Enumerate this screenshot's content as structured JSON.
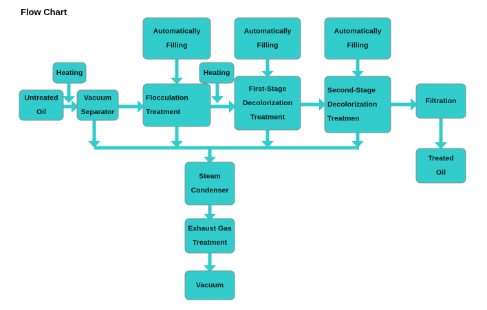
{
  "title": "Flow Chart",
  "colors": {
    "box": "#33CCCC",
    "arrow": "#33CCCC",
    "border": "#7f8f8f"
  },
  "nodes": [
    {
      "id": "untreated-oil",
      "lines": [
        "Untreated",
        "Oil"
      ],
      "align": "center"
    },
    {
      "id": "heating-1",
      "lines": [
        "Heating"
      ],
      "align": "center"
    },
    {
      "id": "vacuum-separator",
      "lines": [
        "Vacuum",
        "Separator"
      ],
      "align": "center"
    },
    {
      "id": "auto-fill-1",
      "lines": [
        "Automatically",
        "Filling"
      ],
      "align": "center"
    },
    {
      "id": "flocculation",
      "lines": [
        "Flocculation",
        "Treatment"
      ],
      "align": "left"
    },
    {
      "id": "heating-2",
      "lines": [
        "Heating"
      ],
      "align": "center"
    },
    {
      "id": "auto-fill-2",
      "lines": [
        "Automatically",
        "Filling"
      ],
      "align": "center"
    },
    {
      "id": "first-stage",
      "lines": [
        "First-Stage",
        "Decolorization",
        "Treatment"
      ],
      "align": "center"
    },
    {
      "id": "auto-fill-3",
      "lines": [
        "Automatically",
        "Filling"
      ],
      "align": "center"
    },
    {
      "id": "second-stage",
      "lines": [
        "Second-Stage",
        "Decolorization",
        "Treatmen"
      ],
      "align": "left"
    },
    {
      "id": "filtration",
      "lines": [
        "Filtration"
      ],
      "align": "center"
    },
    {
      "id": "treated-oil",
      "lines": [
        "Treated",
        "Oil"
      ],
      "align": "center"
    },
    {
      "id": "steam-condenser",
      "lines": [
        "Steam",
        "Condenser"
      ],
      "align": "center"
    },
    {
      "id": "exhaust-gas",
      "lines": [
        "Exhaust Gas",
        "Treatment"
      ],
      "align": "center"
    },
    {
      "id": "vacuum",
      "lines": [
        "Vacuum"
      ],
      "align": "center"
    }
  ],
  "edges": [
    [
      "heating-1",
      "vacuum-separator"
    ],
    [
      "untreated-oil",
      "vacuum-separator"
    ],
    [
      "vacuum-separator",
      "flocculation"
    ],
    [
      "auto-fill-1",
      "flocculation"
    ],
    [
      "flocculation",
      "first-stage"
    ],
    [
      "heating-2",
      "first-stage"
    ],
    [
      "auto-fill-2",
      "first-stage"
    ],
    [
      "first-stage",
      "second-stage"
    ],
    [
      "auto-fill-3",
      "second-stage"
    ],
    [
      "second-stage",
      "filtration"
    ],
    [
      "filtration",
      "treated-oil"
    ],
    [
      "vacuum-separator",
      "steam-condenser"
    ],
    [
      "flocculation",
      "steam-condenser"
    ],
    [
      "first-stage",
      "steam-condenser"
    ],
    [
      "second-stage",
      "steam-condenser"
    ],
    [
      "steam-condenser",
      "exhaust-gas"
    ],
    [
      "exhaust-gas",
      "vacuum"
    ]
  ]
}
